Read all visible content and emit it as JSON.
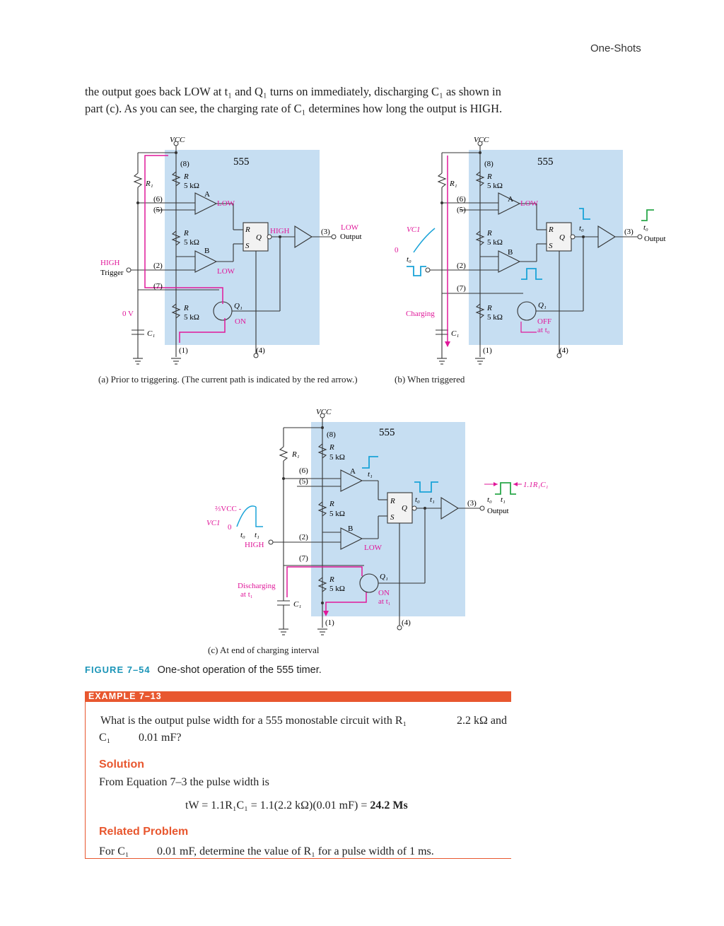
{
  "header": {
    "section": "One-Shots"
  },
  "intro": {
    "line1": "the output goes back LOW at t₁ and Q₁ turns on immediately, discharging C₁ as shown in",
    "line2": "part (c). As you can see, the charging rate of C₁ determines how long the output is HIGH."
  },
  "figure": {
    "label": "FIGURE 7–54",
    "title": "One-shot operation of the 555 timer.",
    "captions": {
      "a": "(a) Prior to triggering. (The current path is indicated by the red arrow.)",
      "b": "(b) When triggered",
      "c": "(c) At end of charging interval"
    },
    "labels": {
      "vcc": "VCC",
      "chip": "555",
      "r1": "R₁",
      "r": "R",
      "r_val": "5 kΩ",
      "pin8": "(8)",
      "pin6": "(6)",
      "pin5": "(5)",
      "pin2": "(2)",
      "pin7": "(7)",
      "pin1": "(1)",
      "pin4": "(4)",
      "pin3": "(3)",
      "comp_a": "A",
      "comp_b": "B",
      "ff_r": "R",
      "ff_s": "S",
      "ff_q": "Q",
      "q1": "Q₁",
      "c1": "C₁",
      "low": "LOW",
      "high": "HIGH",
      "on": "ON",
      "output": "Output",
      "trigger": "Trigger",
      "zero_v": "0 V",
      "vc1": "VC1",
      "zero": "0",
      "t0": "t₀",
      "t1": "t₁",
      "charging": "Charging",
      "off_at_t0": [
        "OFF",
        "at t₀"
      ],
      "on_at_t1": [
        "ON",
        "at t₁"
      ],
      "discharging": [
        "Discharging",
        "at t₁"
      ],
      "two_thirds_vcc": "⅔VCC -",
      "pulse_width": "1.1R₁C₁"
    }
  },
  "example": {
    "bar": "EXAMPLE 7–13",
    "question_l1a": "What is the output pulse width for a 555 monostable circuit with R₁",
    "question_l1b": "2.2 kΩ and",
    "question_l2a": "C₁",
    "question_l2b": "0.01 mF?",
    "solution_head": "Solution",
    "solution_text": "From Equation 7–3 the pulse width is",
    "equation": "tW = 1.1R₁C₁ = 1.1(2.2 kΩ)(0.01 mF) =",
    "equation_result": "24.2 Ms",
    "related_head": "Related Problem",
    "related_a": "For C₁",
    "related_b": "0.01 mF, determine the value of R₁ for a pulse width of 1 ms."
  },
  "colors": {
    "accent_orange": "#e8572f",
    "accent_teal": "#1b95b8",
    "magenta": "#e0189a",
    "blue_signal": "#1aa3d8",
    "green_signal": "#2aa84a",
    "chip_fill": "#c6def2"
  }
}
